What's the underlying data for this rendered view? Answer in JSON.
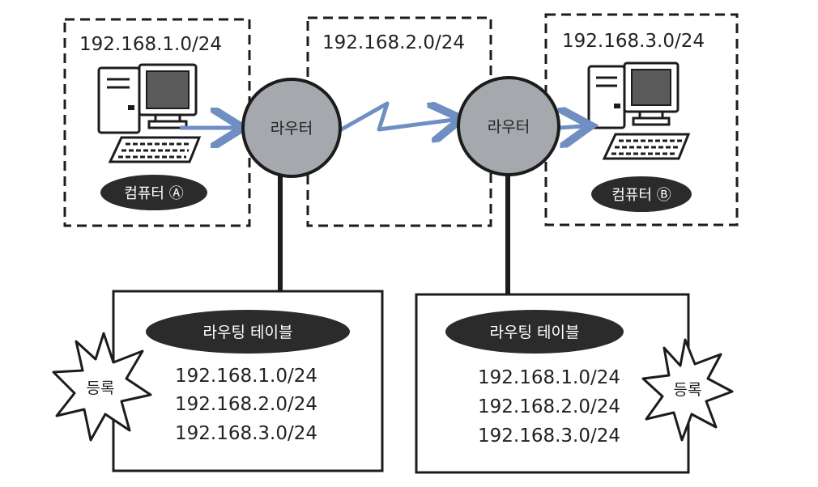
{
  "networks": [
    {
      "id": "net1",
      "label": "192.168.1.0/24"
    },
    {
      "id": "net2",
      "label": "192.168.2.0/24"
    },
    {
      "id": "net3",
      "label": "192.168.3.0/24"
    }
  ],
  "routers": [
    {
      "id": "router1",
      "label": "라우터"
    },
    {
      "id": "router2",
      "label": "라우터"
    }
  ],
  "computers": [
    {
      "id": "computer-a",
      "label": "컴퓨터 Ⓐ"
    },
    {
      "id": "computer-b",
      "label": "컴퓨터 Ⓑ"
    }
  ],
  "routing_tables": [
    {
      "title": "라우팅 테이블",
      "entries": [
        "192.168.1.0/24",
        "192.168.2.0/24",
        "192.168.3.0/24"
      ]
    },
    {
      "title": "라우팅 테이블",
      "entries": [
        "192.168.1.0/24",
        "192.168.2.0/24",
        "192.168.3.0/24"
      ]
    }
  ],
  "badges": [
    {
      "label": "등록"
    },
    {
      "label": "등록"
    }
  ],
  "colors": {
    "arrow": "#6f8fc2",
    "router_fill": "#a5a8ad",
    "pill_fill": "#2b2b2b",
    "line": "#1c1c1c"
  }
}
